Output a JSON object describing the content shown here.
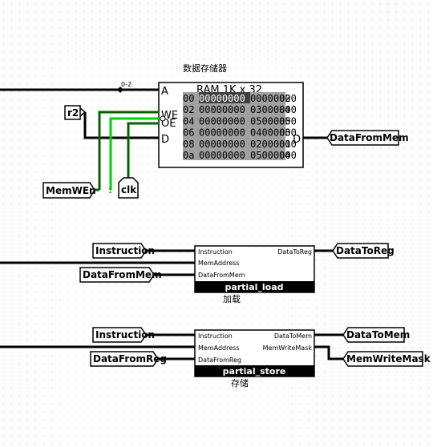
{
  "ram_module": {
    "title": "数据存储器",
    "header": "RAM 1K x 32",
    "port_a": "A",
    "port_we": "WE",
    "port_oe": "OE",
    "port_d_in": "D",
    "port_d_out": "D",
    "bus_width": "0-2",
    "rows": [
      {
        "addr": "00",
        "cells": [
          "00000000",
          "00000000",
          "02"
        ]
      },
      {
        "addr": "02",
        "cells": [
          "00000000",
          "03000000",
          "04"
        ]
      },
      {
        "addr": "04",
        "cells": [
          "00000000",
          "05000000",
          "05"
        ]
      },
      {
        "addr": "06",
        "cells": [
          "00000000",
          "04000000",
          "03"
        ]
      },
      {
        "addr": "08",
        "cells": [
          "00000000",
          "02000000",
          "01"
        ]
      },
      {
        "addr": "0a",
        "cells": [
          "00000000",
          "05000000",
          "04"
        ]
      }
    ],
    "const_one": "1"
  },
  "pins": {
    "r2": "r2",
    "mem_we_en": "MemWEn",
    "clk": "clk",
    "data_from_mem_out": "DataFromMem",
    "instruction_1": "Instruction",
    "data_from_mem_in": "DataFromMem",
    "data_to_reg": "DataToReg",
    "instruction_2": "Instruction",
    "data_from_reg": "DataFromReg",
    "data_to_mem": "DataToMem",
    "mem_write_mask": "MemWriteMask"
  },
  "partial_load": {
    "in_instruction": "Instruction",
    "in_mem_address": "MemAddress",
    "in_data_from_mem": "DataFromMem",
    "out_data_to_reg": "DataToReg",
    "name": "partial_load",
    "caption": "加载"
  },
  "partial_store": {
    "in_instruction": "Instruction",
    "in_mem_address": "MemAddress",
    "in_data_from_reg": "DataFromReg",
    "out_data_to_mem": "DataToMem",
    "out_mem_write_mask": "MemWriteMask",
    "name": "partial_store",
    "caption": "存储"
  },
  "colors": {
    "wire_dark": "#006400",
    "wire_light": "#00d200",
    "black": "#000000",
    "grid": "#b4b4b4",
    "ram_cells": "#a0a0a0",
    "ram_highlight": "#404040"
  }
}
